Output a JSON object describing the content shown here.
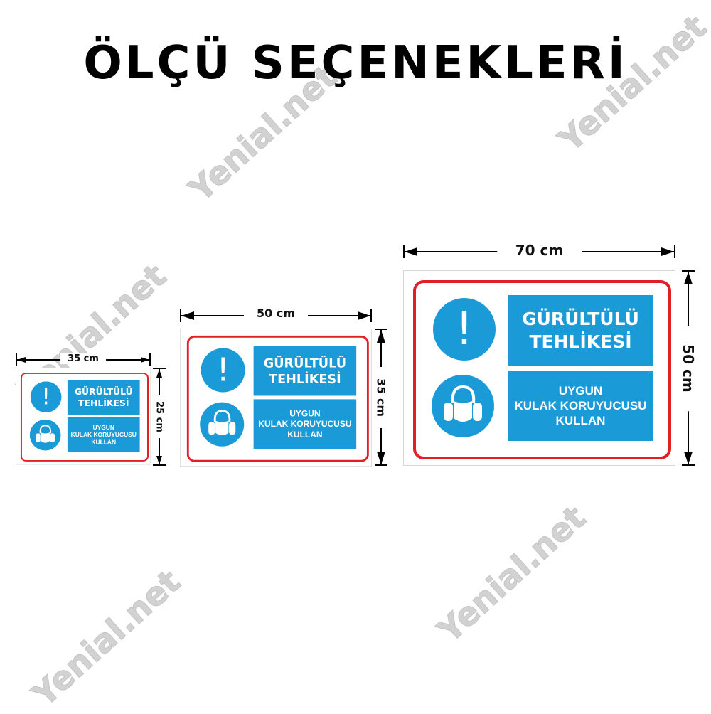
{
  "title": "ÖLÇÜ SEÇENEKLERİ",
  "watermark": "Yenial.net",
  "sign": {
    "heading": "GÜRÜLTÜLÜ TEHLİKESİ",
    "instruction_line1": "UYGUN",
    "instruction_line2": "KULAK KORUYUCUSU",
    "instruction_line3": "KULLAN",
    "exclamation": "!",
    "icons": [
      "exclamation-icon",
      "ear-protection-icon"
    ]
  },
  "sizes": [
    {
      "width_label": "35 cm",
      "height_label": "25 cm"
    },
    {
      "width_label": "50 cm",
      "height_label": "35 cm"
    },
    {
      "width_label": "70 cm",
      "height_label": "50 cm"
    }
  ],
  "colors": {
    "blue": "#1a9ad6",
    "red": "#e31e24"
  }
}
